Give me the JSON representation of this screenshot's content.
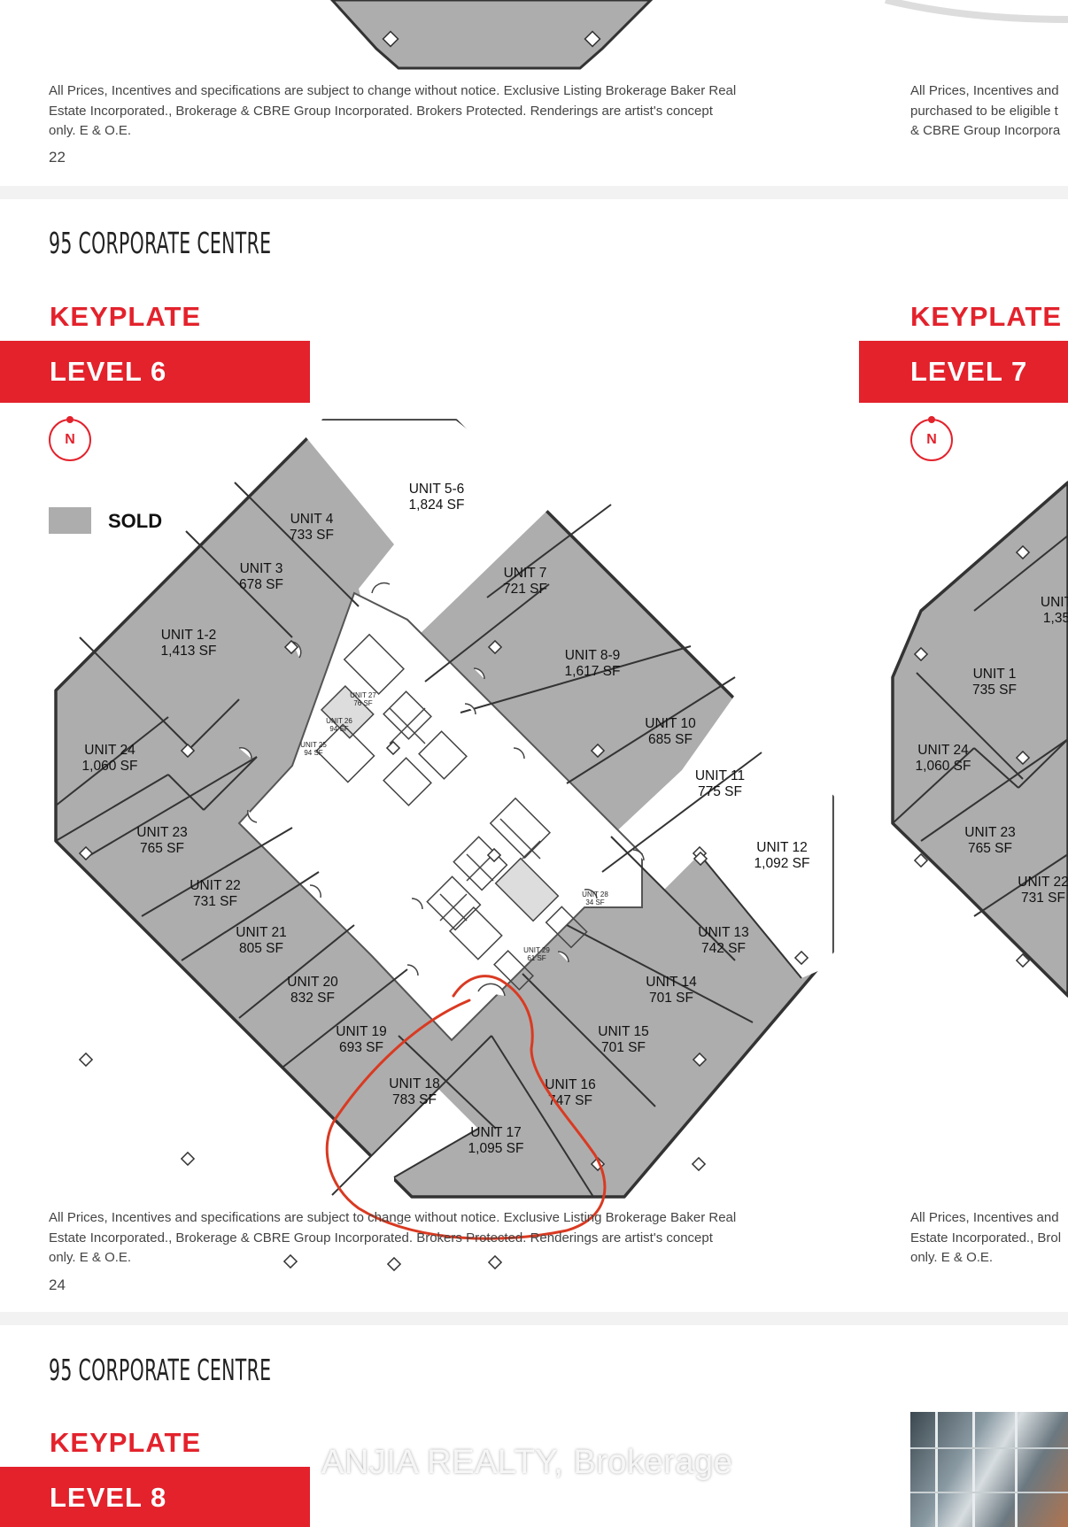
{
  "disclaimer_line1": "All Prices, Incentives and specifications are subject to change without notice. Exclusive Listing Brokerage Baker Real",
  "disclaimer_line2": "Estate Incorporated., Brokerage & CBRE Group Incorporated. Brokers Protected. Renderings are artist's concept",
  "disclaimer_line3": "only. E & O.E.",
  "right_page_top_disclaimer": {
    "line1": "All Prices, Incentives and",
    "line2": "purchased to be eligible t",
    "line3": "& CBRE Group Incorpora"
  },
  "right_page_mid_disclaimer": {
    "line1": "All Prices, Incentives and",
    "line2": "Estate Incorporated., Brol",
    "line3": "only. E & O.E."
  },
  "page_number_top": "22",
  "page_number_mid": "24",
  "brand": "95 CORPORATE CENTRE",
  "keyplate_label": "KEYPLATE",
  "level_left": "LEVEL 6",
  "level_right": "LEVEL 7",
  "level_bottom": "LEVEL 8",
  "compass_label": "N",
  "legend": {
    "label": "SOLD",
    "color": "#adadad"
  },
  "annotation_color": "#d93a22",
  "watermark": "ANJIA REALTY, Brokerage",
  "level6_units": [
    {
      "name": "UNIT 5-6",
      "area": "1,824 SF"
    },
    {
      "name": "UNIT 4",
      "area": "733 SF"
    },
    {
      "name": "UNIT 3",
      "area": "678 SF"
    },
    {
      "name": "UNIT 1-2",
      "area": "1,413 SF"
    },
    {
      "name": "UNIT 7",
      "area": "721 SF"
    },
    {
      "name": "UNIT 8-9",
      "area": "1,617 SF"
    },
    {
      "name": "UNIT 10",
      "area": "685 SF"
    },
    {
      "name": "UNIT 11",
      "area": "775 SF"
    },
    {
      "name": "UNIT 12",
      "area": "1,092 SF"
    },
    {
      "name": "UNIT 13",
      "area": "742 SF"
    },
    {
      "name": "UNIT 14",
      "area": "701 SF"
    },
    {
      "name": "UNIT 15",
      "area": "701 SF"
    },
    {
      "name": "UNIT 16",
      "area": "747 SF"
    },
    {
      "name": "UNIT 17",
      "area": "1,095 SF"
    },
    {
      "name": "UNIT 18",
      "area": "783 SF"
    },
    {
      "name": "UNIT 19",
      "area": "693 SF"
    },
    {
      "name": "UNIT 20",
      "area": "832 SF"
    },
    {
      "name": "UNIT 21",
      "area": "805 SF"
    },
    {
      "name": "UNIT 22",
      "area": "731 SF"
    },
    {
      "name": "UNIT 23",
      "area": "765 SF"
    },
    {
      "name": "UNIT 24",
      "area": "1,060 SF"
    },
    {
      "name": "UNIT 25",
      "area": "94 SF"
    },
    {
      "name": "UNIT 26",
      "area": "94 SF"
    },
    {
      "name": "UNIT 27",
      "area": "76 SF"
    },
    {
      "name": "UNIT 28",
      "area": "34 SF"
    },
    {
      "name": "UNIT 29",
      "area": "61 SF"
    }
  ],
  "level7_units": [
    {
      "name": "UNIT",
      "area": "1,35"
    },
    {
      "name": "UNIT 1",
      "area": "735 SF"
    },
    {
      "name": "UNIT 24",
      "area": "1,060 SF"
    },
    {
      "name": "UNIT 23",
      "area": "765 SF"
    },
    {
      "name": "UNIT 22",
      "area": "731 SF"
    }
  ]
}
